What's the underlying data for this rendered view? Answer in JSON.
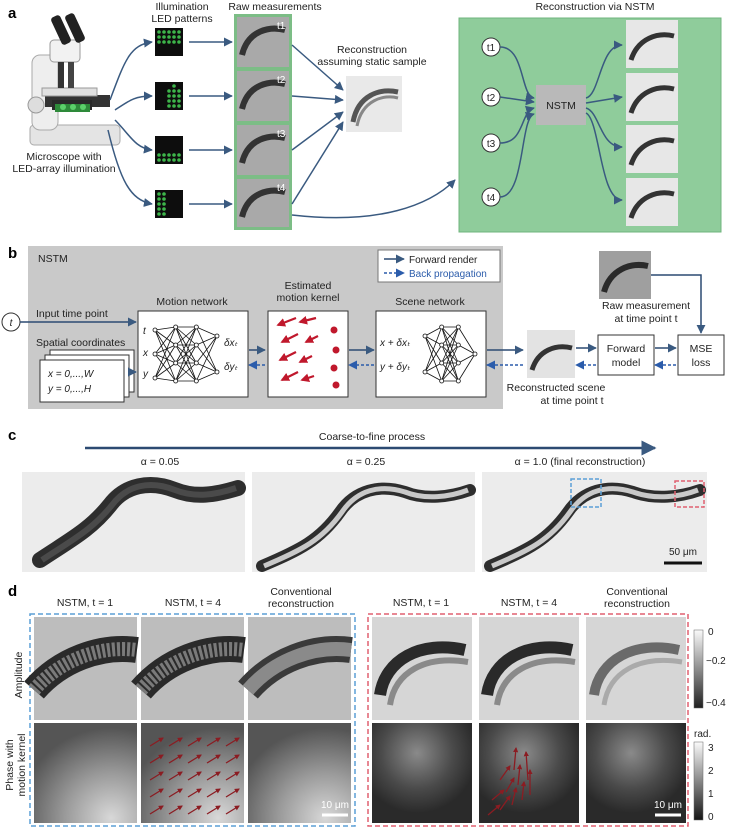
{
  "panel_labels": {
    "a": "a",
    "b": "b",
    "c": "c",
    "d": "d"
  },
  "a": {
    "illumination_title_1": "Illumination",
    "illumination_title_2": "LED patterns",
    "raw_title": "Raw measurements",
    "frames": [
      "t1",
      "t2",
      "t3",
      "t4"
    ],
    "static_title_1": "Reconstruction",
    "static_title_2": "assuming static sample",
    "nstm_title": "Reconstruction via NSTM",
    "nstm_box": "NSTM",
    "microscope_1": "Microscope with",
    "microscope_2": "LED-array illumination",
    "colors": {
      "green_panel": "#8fcc9b",
      "green_frame": "#7cbd86",
      "led": "#3db54a",
      "arrow": "#3a5a80"
    }
  },
  "b": {
    "nstm_label": "NSTM",
    "legend_forward": "Forward render",
    "legend_back": "Back propagation",
    "t_circle": "t",
    "input_time": "Input time point",
    "spatial": "Spatial coordinates",
    "x_range": "x = 0,...,W",
    "y_range": "y = 0,...,H",
    "motion_network": "Motion network",
    "in_t": "t",
    "in_x": "x",
    "in_y": "y",
    "out_dx": "δxₜ",
    "out_dy": "δyₜ",
    "kernel_1": "Estimated",
    "kernel_2": "motion kernel",
    "scene_network": "Scene network",
    "scene_in_x": "x + δxₜ",
    "scene_in_y": "y + δyₜ",
    "raw_meas_1": "Raw measurement",
    "raw_meas_2": "at time point t",
    "recon_1": "Reconstructed scene",
    "recon_2": "at time point t",
    "forward_1": "Forward",
    "forward_2": "model",
    "mse_1": "MSE",
    "mse_2": "loss",
    "colors": {
      "grey_panel": "#c9c9c9",
      "red_arrow": "#c0182c",
      "blue_dash": "#2b5cab"
    }
  },
  "c": {
    "process": "Coarse-to-fine process",
    "alphas": [
      "α = 0.05",
      "α = 0.25",
      "α = 1.0 (final reconstruction)"
    ],
    "scale": "50 μm"
  },
  "d": {
    "col_titles": [
      "NSTM, t = 1",
      "NSTM, t = 4",
      "Conventional",
      "NSTM, t = 1",
      "NSTM, t = 4",
      "Conventional"
    ],
    "conventional_2": "reconstruction",
    "row_amplitude": "Amplitude",
    "row_phase_1": "Phase with",
    "row_phase_2": "motion kernel",
    "amp_ticks": [
      "0",
      "−0.2",
      "−0.4"
    ],
    "phase_unit": "rad.",
    "phase_ticks": [
      "3",
      "2",
      "1",
      "0"
    ],
    "scale_left": "10 μm",
    "scale_right": "10 μm",
    "colors": {
      "blue_box": "#5b9fd6",
      "red_box": "#e06070"
    }
  }
}
